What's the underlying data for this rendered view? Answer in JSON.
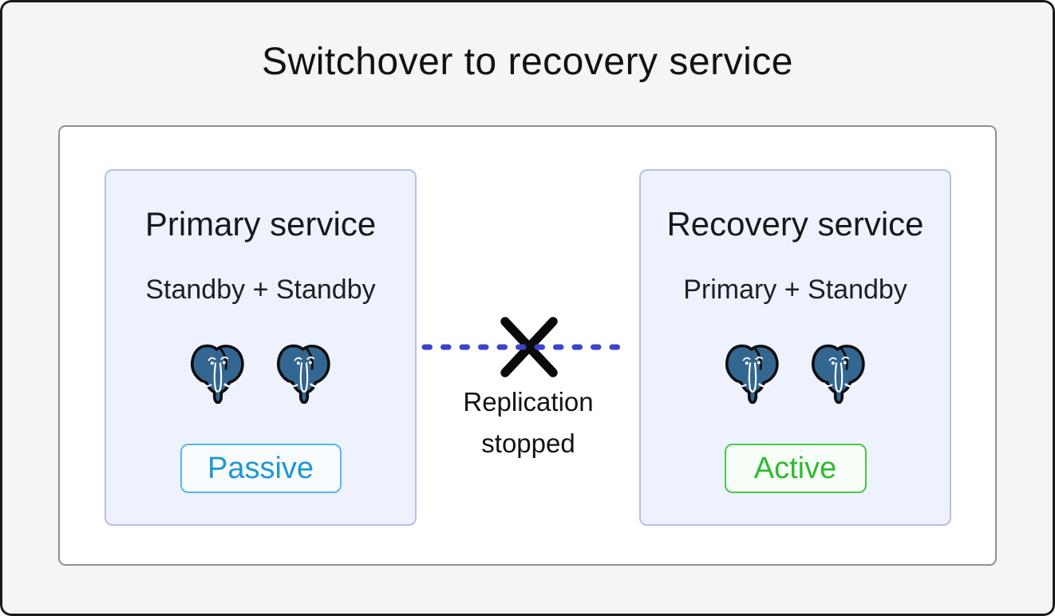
{
  "title": "Switchover to recovery service",
  "diagram": {
    "primary_card": {
      "title": "Primary service",
      "subtitle": "Standby + Standby",
      "badge": "Passive",
      "db_node_count": 2
    },
    "recovery_card": {
      "title": "Recovery service",
      "subtitle": "Primary + Standby",
      "badge": "Active",
      "db_node_count": 2
    },
    "link": {
      "label": "Replication stopped",
      "style": "dashed",
      "status": "stopped"
    }
  },
  "icons": {
    "db_node": "postgresql-elephant-icon",
    "link_break": "x-mark-icon"
  },
  "colors": {
    "postgres_blue": "#336791",
    "dash_blue": "#3b45c8",
    "passive_text": "#2196d3",
    "passive_border": "#57b8e9",
    "passive_bg": "#f8fcff",
    "active_text": "#2eba31",
    "active_border": "#46c94a",
    "active_bg": "#f7fdf7",
    "card_bg": "#eef2fc",
    "card_border": "#b5c0e9",
    "panel_border": "#8e8e97",
    "canvas_bg": "#f5f5f7",
    "text_dark": "#121316"
  }
}
